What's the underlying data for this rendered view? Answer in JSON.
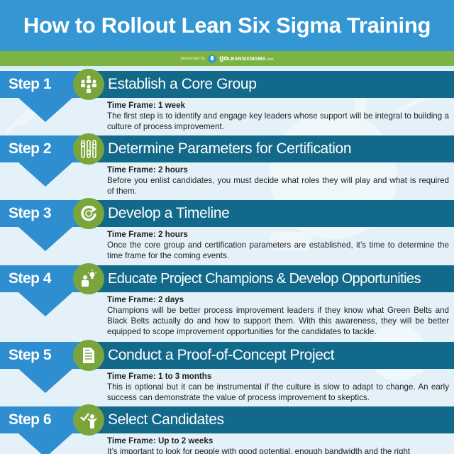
{
  "header": {
    "title": "How to Rollout Lean Six Sigma Training",
    "presented_by": "presented by",
    "brand_go": "go",
    "brand_rest": "LEANSIXSIGMA",
    "brand_suffix": ".com"
  },
  "colors": {
    "title_bar": "#3497d3",
    "green_bar": "#7cb342",
    "step_label_bg": "#2f8ed0",
    "step_title_bg": "#12698a",
    "icon_circle": "#7aa53b",
    "body_bg": "#e4f1f9"
  },
  "steps": [
    {
      "label": "Step 1",
      "title": "Establish a Core Group",
      "icon": "people-group-icon",
      "time_frame": "Time Frame: 1 week",
      "description": "The first step is to identify and engage key leaders whose support will be integral to building a culture of process improvement."
    },
    {
      "label": "Step 2",
      "title": "Determine Parameters for Certification",
      "icon": "sliders-icon",
      "time_frame": "Time Frame: 2 hours",
      "description": "Before you enlist candidates, you must decide what roles they will play and what is required of them."
    },
    {
      "label": "Step 3",
      "title": "Develop a Timeline",
      "icon": "refresh-target-icon",
      "time_frame": "Time Frame: 2 hours",
      "description": "Once the core group and certification parameters are established, it’s time to determine the time frame for the coming events."
    },
    {
      "label": "Step 4",
      "title": "Educate Project Champions & Develop Opportunities",
      "icon": "person-lightbulb-icon",
      "time_frame": "Time Frame: 2 days",
      "description": "Champions will be better process improvement leaders if they know what Green Belts and Black Belts actually do and how to support them. With this awareness, they will be better equipped to scope improvement opportunities for the candidates to tackle."
    },
    {
      "label": "Step 5",
      "title": "Conduct a Proof-of-Concept Project",
      "icon": "document-icon",
      "time_frame": "Time Frame: 1 to 3 months",
      "description": "This is optional but it can be instrumental if the culture is slow to adapt to change. An early success can demonstrate the value of process improvement to skeptics."
    },
    {
      "label": "Step 6",
      "title": "Select Candidates",
      "icon": "person-checkmark-icon",
      "time_frame": "Time Frame: Up to 2 weeks",
      "description": "It’s important to look for people with good potential, enough bandwidth and the right"
    }
  ]
}
